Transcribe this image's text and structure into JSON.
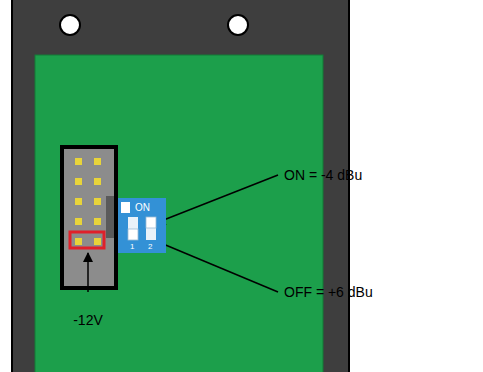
{
  "diagram": {
    "nodes": [
      {
        "text": [
          "ON",
          "1",
          "2"
        ]
      }
    ],
    "labels": [
      "-12V",
      "ON = -4 dBu",
      "OFF = +6 dBu"
    ]
  }
}
